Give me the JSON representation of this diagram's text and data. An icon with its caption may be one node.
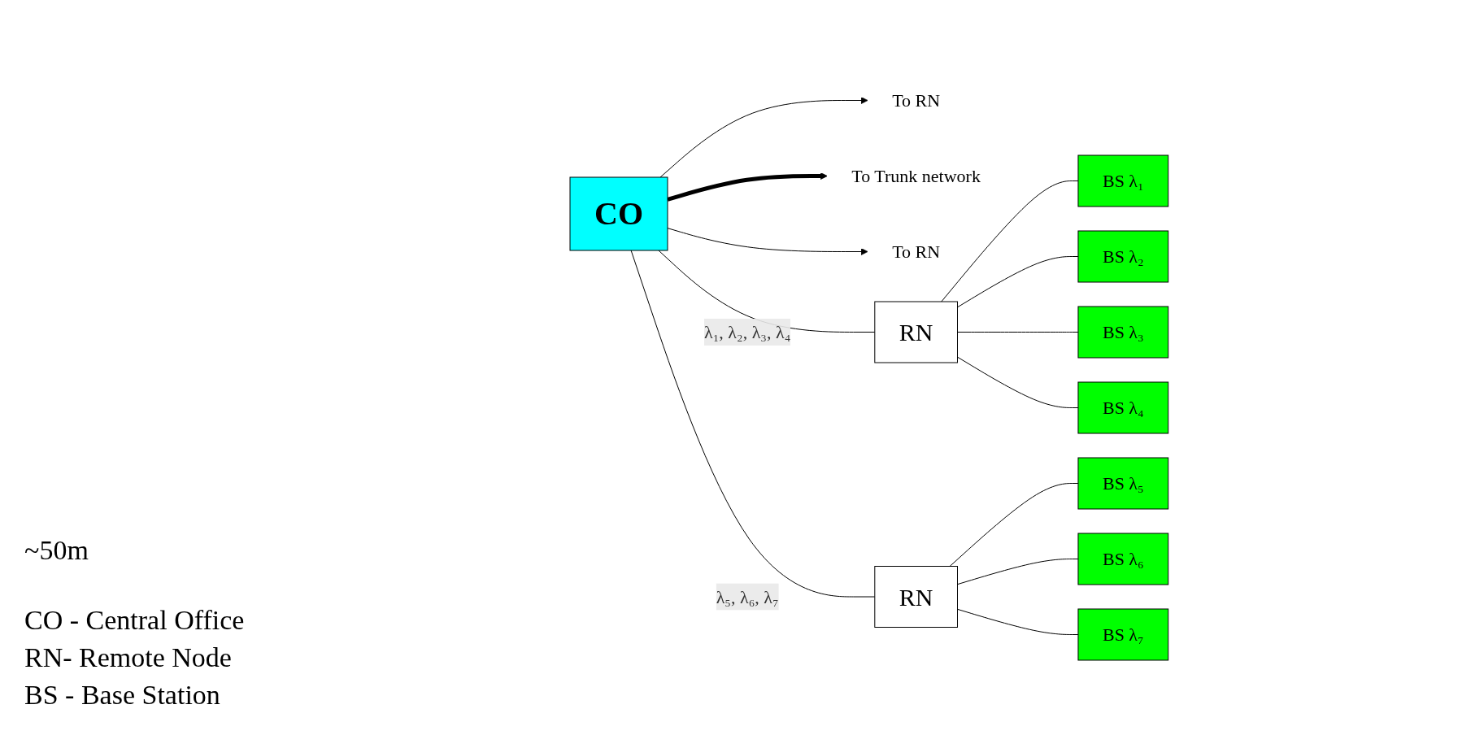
{
  "diagram": {
    "nodes": [
      {
        "text": [
          "CO"
        ]
      },
      {
        "text": [
          "To RN"
        ]
      },
      {
        "text": [
          "To Trunk network"
        ]
      },
      {
        "text": [
          "To RN"
        ]
      },
      {
        "text": [
          "RN"
        ]
      },
      {
        "text": [
          "RN"
        ]
      },
      {
        "text": [
          "BS λ₁"
        ]
      },
      {
        "text": [
          "BS λ₂"
        ]
      },
      {
        "text": [
          "BS λ₃"
        ]
      },
      {
        "text": [
          "BS λ₄"
        ]
      },
      {
        "text": [
          "BS λ₅"
        ]
      },
      {
        "text": [
          "BS λ₆"
        ]
      },
      {
        "text": [
          "BS λ₇"
        ]
      }
    ],
    "edges": [
      {
        "from": 0,
        "to": 1,
        "arrow": "to"
      },
      {
        "from": 0,
        "to": 2,
        "arrow": "to",
        "style": "thick"
      },
      {
        "from": 0,
        "to": 3,
        "arrow": "to"
      },
      {
        "from": 0,
        "to": 4,
        "arrow": "none",
        "label": "λ₁, λ₂, λ₃, λ₄"
      },
      {
        "from": 0,
        "to": 5,
        "arrow": "none",
        "label": "λ₅, λ₆, λ₇"
      },
      {
        "from": 4,
        "to": 6,
        "arrow": "none"
      },
      {
        "from": 4,
        "to": 7,
        "arrow": "none"
      },
      {
        "from": 4,
        "to": 8,
        "arrow": "none"
      },
      {
        "from": 4,
        "to": 9,
        "arrow": "none"
      },
      {
        "from": 5,
        "to": 10,
        "arrow": "none"
      },
      {
        "from": 5,
        "to": 11,
        "arrow": "none"
      },
      {
        "from": 5,
        "to": 12,
        "arrow": "none"
      }
    ],
    "labels": [
      "~50m",
      "CO - Central Office",
      "RN- Remote Node",
      "BS - Base Station"
    ]
  }
}
